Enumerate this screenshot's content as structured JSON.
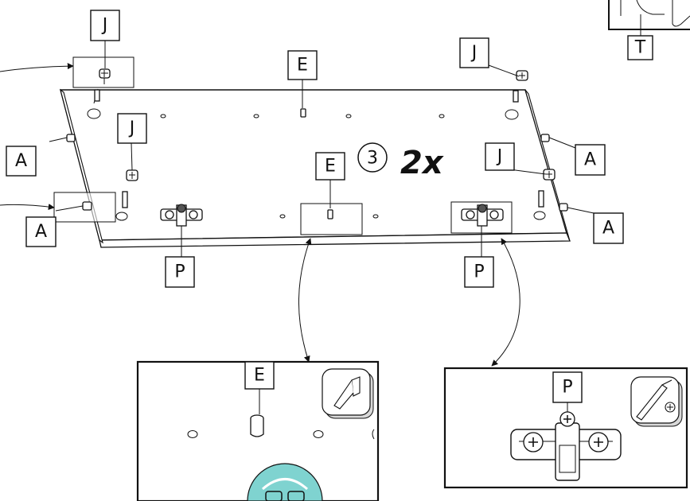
{
  "labels": {
    "J": "J",
    "E": "E",
    "A": "A",
    "P": "P",
    "T": "T"
  },
  "step": {
    "number": "3",
    "quantity": "2x"
  },
  "icons": {
    "tool_top": "allen-key-icon",
    "tool_bottom": "phillips-screwdriver-icon",
    "safety": "safety-glasses-icon"
  },
  "colors": {
    "ink": "#111111",
    "safety_badge": "#7fd3d0"
  }
}
